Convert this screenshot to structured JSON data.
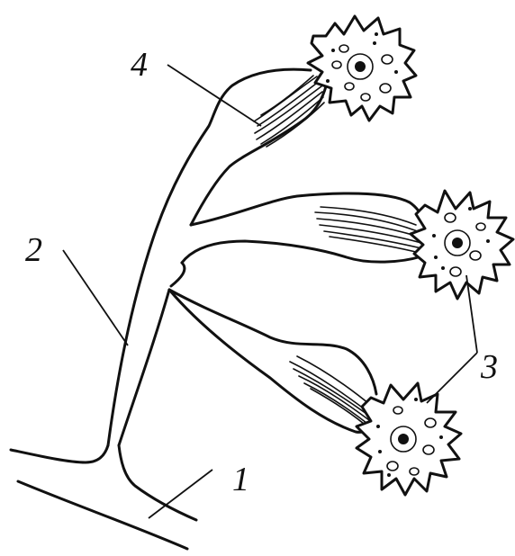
{
  "labels": {
    "one": "1",
    "two": "2",
    "three": "3",
    "four": "4"
  }
}
